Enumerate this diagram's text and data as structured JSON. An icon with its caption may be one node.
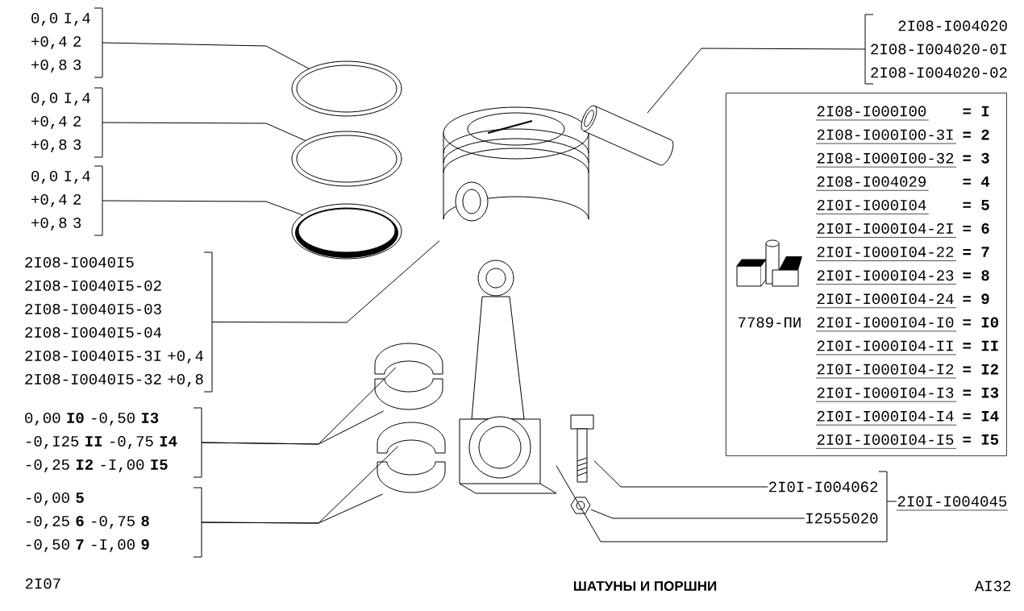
{
  "diagram": {
    "title": "ШАТУНЫ  И  ПОРШНИ",
    "nodes": [
      {
        "text": [
          "0,0 I,4",
          "+0,4 2",
          "+0,8 3"
        ]
      },
      {
        "text": [
          "0,0 I,4",
          "+0,4 2",
          "+0,8 3"
        ]
      },
      {
        "text": [
          "0,0 I,4",
          "+0,4 2",
          "+0,8 3"
        ]
      },
      {
        "text": [
          "2I08-I0040I5",
          "2I08-I0040I5-02",
          "2I08-I0040I5-03",
          "2I08-I0040I5-04",
          "2I08-I0040I5-3I +0,4",
          "2I08-I0040I5-32 +0,8"
        ]
      },
      {
        "text": [
          "0,00 **I0** -0,50 **I3**",
          "-0,I25 **II** -0,75 **I4**",
          "-0,25 **I2** -I,00 **I5**"
        ]
      },
      {
        "text": [
          "-0,00 **5**",
          "-0,25 **6** -0,75 **8**",
          "-0,50 **7** -I,00 **9**"
        ]
      },
      {
        "text": [
          "2I08-I004020",
          "2I08-I004020-0I",
          "2I08-I004020-02"
        ]
      },
      {
        "text": [
          "2I08-I000I00",
          "= I",
          "2I08-I000I00-3I",
          "= 2",
          "2I08-I000I00-32",
          "= 3",
          "2I08-I004029",
          "= 4",
          "2I0I-I000I04",
          "= 5",
          "2I0I-I000I04-2I",
          "= 6",
          "2I0I-I000I04-22",
          "= 7",
          "2I0I-I000I04-23",
          "= 8",
          "2I0I-I000I04-24",
          "= 9",
          "2I0I-I000I04-I0",
          "= I0",
          "2I0I-I000I04-II",
          "= II",
          "2I0I-I000I04-I2",
          "= I2",
          "2I0I-I000I04-I3",
          "= I3",
          "2I0I-I000I04-I4",
          "= I4",
          "2I0I-I000I04-I5",
          "= I5"
        ]
      },
      {
        "text": [
          "7789-ПИ"
        ],
        "in": 7
      },
      {
        "text": [
          "2I0I-I004062"
        ]
      },
      {
        "text": [
          "I2555020"
        ]
      },
      {
        "text": [
          "2I0I-I004045"
        ]
      },
      {
        "text": [],
        "shape": "picture"
      },
      {
        "text": [],
        "shape": "picture"
      },
      {
        "text": [],
        "shape": "picture"
      },
      {
        "text": [],
        "shape": "picture"
      },
      {
        "text": [],
        "shape": "picture"
      },
      {
        "text": [],
        "shape": "picture"
      },
      {
        "text": [],
        "shape": "picture"
      },
      {
        "text": [],
        "shape": "picture"
      },
      {
        "text": [],
        "shape": "picture"
      },
      {
        "text": [],
        "shape": "picture"
      },
      {
        "text": [],
        "shape": "picture"
      },
      {
        "text": [],
        "shape": "picture"
      }
    ],
    "edges": [
      {
        "from": 0,
        "to": 12,
        "arrow": "none"
      },
      {
        "from": 1,
        "to": 13,
        "arrow": "none"
      },
      {
        "from": 2,
        "to": 14,
        "arrow": "none"
      },
      {
        "from": 3,
        "to": 15,
        "arrow": "none"
      },
      {
        "from": 6,
        "to": 16,
        "arrow": "none"
      },
      {
        "from": 4,
        "to": 17,
        "arrow": "none"
      },
      {
        "from": 4,
        "to": 18,
        "arrow": "none"
      },
      {
        "from": 5,
        "to": 19,
        "arrow": "none"
      },
      {
        "from": 5,
        "to": 20,
        "arrow": "none"
      },
      {
        "from": 9,
        "to": 22,
        "arrow": "none"
      },
      {
        "from": 10,
        "to": 23,
        "arrow": "none"
      },
      {
        "from": 11,
        "to": 21,
        "arrow": "none"
      }
    ],
    "labels": [
      "2I07",
      "AI32"
    ]
  }
}
